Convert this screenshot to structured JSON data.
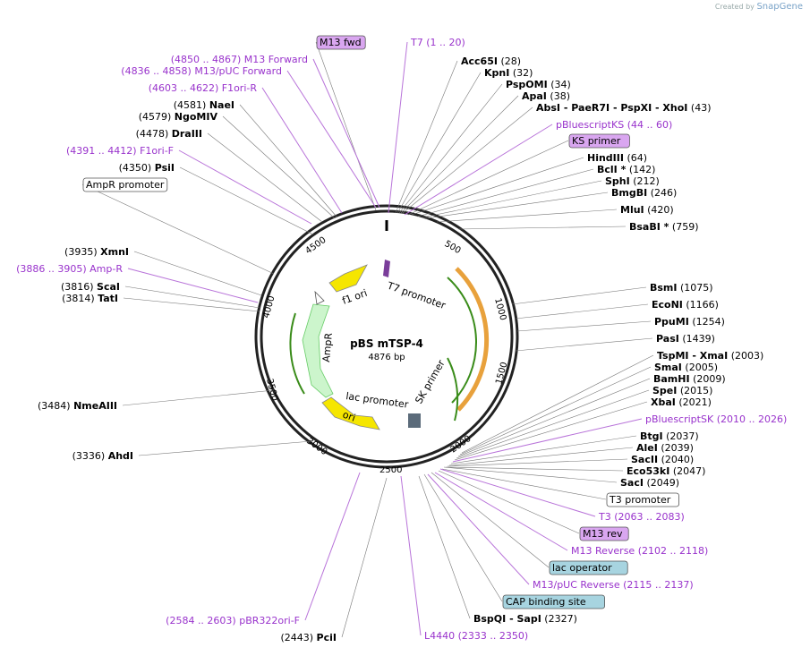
{
  "credit": {
    "prefix": "Created by",
    "brand": "SnapGene"
  },
  "plasmid": {
    "name": "pBS mTSP-4",
    "length": "4876 bp"
  },
  "ticks": [
    "500",
    "1000",
    "1500",
    "2000",
    "2500",
    "3000",
    "3500",
    "4000",
    "4500"
  ],
  "inner_labels": [
    "T7 promoter",
    "f1 ori",
    "AmpR",
    "ori",
    "lac promoter",
    "SK primer"
  ],
  "labels": [
    {
      "name": "M13 fwd",
      "range": "",
      "kind": "boxed-purple"
    },
    {
      "name": "T7",
      "range": "(1 .. 20)",
      "kind": "primer"
    },
    {
      "name": "Acc65I",
      "range": "(28)",
      "kind": "enzyme"
    },
    {
      "name": "KpnI",
      "range": "(32)",
      "kind": "enzyme"
    },
    {
      "name": "PspOMI",
      "range": "(34)",
      "kind": "enzyme"
    },
    {
      "name": "ApaI",
      "range": "(38)",
      "kind": "enzyme"
    },
    {
      "name": "AbsI - PaeR7I - PspXI - XhoI",
      "range": "(43)",
      "kind": "enzyme"
    },
    {
      "name": "pBluescriptKS",
      "range": "(44 .. 60)",
      "kind": "primer"
    },
    {
      "name": "KS primer",
      "range": "",
      "kind": "boxed-purple"
    },
    {
      "name": "HindIII",
      "range": "(64)",
      "kind": "enzyme"
    },
    {
      "name": "BclI *",
      "range": "(142)",
      "kind": "enzyme"
    },
    {
      "name": "SphI",
      "range": "(212)",
      "kind": "enzyme"
    },
    {
      "name": "BmgBI",
      "range": "(246)",
      "kind": "enzyme"
    },
    {
      "name": "MluI",
      "range": "(420)",
      "kind": "enzyme"
    },
    {
      "name": "BsaBI *",
      "range": "(759)",
      "kind": "enzyme"
    },
    {
      "name": "BsmI",
      "range": "(1075)",
      "kind": "enzyme"
    },
    {
      "name": "EcoNI",
      "range": "(1166)",
      "kind": "enzyme"
    },
    {
      "name": "PpuMI",
      "range": "(1254)",
      "kind": "enzyme"
    },
    {
      "name": "PasI",
      "range": "(1439)",
      "kind": "enzyme"
    },
    {
      "name": "TspMI - XmaI",
      "range": "(2003)",
      "kind": "enzyme"
    },
    {
      "name": "SmaI",
      "range": "(2005)",
      "kind": "enzyme"
    },
    {
      "name": "BamHI",
      "range": "(2009)",
      "kind": "enzyme"
    },
    {
      "name": "SpeI",
      "range": "(2015)",
      "kind": "enzyme"
    },
    {
      "name": "XbaI",
      "range": "(2021)",
      "kind": "enzyme"
    },
    {
      "name": "pBluescriptSK",
      "range": "(2010 .. 2026)",
      "kind": "primer"
    },
    {
      "name": "BtgI",
      "range": "(2037)",
      "kind": "enzyme"
    },
    {
      "name": "AleI",
      "range": "(2039)",
      "kind": "enzyme"
    },
    {
      "name": "SacII",
      "range": "(2040)",
      "kind": "enzyme"
    },
    {
      "name": "Eco53kI",
      "range": "(2047)",
      "kind": "enzyme"
    },
    {
      "name": "SacI",
      "range": "(2049)",
      "kind": "enzyme"
    },
    {
      "name": "T3 promoter",
      "range": "",
      "kind": "boxed-white"
    },
    {
      "name": "T3",
      "range": "(2063 .. 2083)",
      "kind": "primer"
    },
    {
      "name": "M13 rev",
      "range": "",
      "kind": "boxed-purple"
    },
    {
      "name": "M13 Reverse",
      "range": "(2102 .. 2118)",
      "kind": "primer"
    },
    {
      "name": "lac operator",
      "range": "",
      "kind": "boxed-teal"
    },
    {
      "name": "M13/pUC Reverse",
      "range": "(2115 .. 2137)",
      "kind": "primer"
    },
    {
      "name": "CAP binding site",
      "range": "",
      "kind": "boxed-teal"
    },
    {
      "name": "BspQI - SapI",
      "range": "(2327)",
      "kind": "enzyme"
    },
    {
      "name": "L4440",
      "range": "(2333 .. 2350)",
      "kind": "primer"
    },
    {
      "name": "PciI",
      "range": "(2443)",
      "kind": "enzyme"
    },
    {
      "name": "pBR322ori-F",
      "range": "(2584 .. 2603)",
      "kind": "primer"
    },
    {
      "name": "AhdI",
      "range": "(3336)",
      "kind": "enzyme"
    },
    {
      "name": "NmeAIII",
      "range": "(3484)",
      "kind": "enzyme"
    },
    {
      "name": "TatI",
      "range": "(3814)",
      "kind": "enzyme"
    },
    {
      "name": "ScaI",
      "range": "(3816)",
      "kind": "enzyme"
    },
    {
      "name": "Amp-R",
      "range": "(3886 .. 3905)",
      "kind": "primer"
    },
    {
      "name": "XmnI",
      "range": "(3935)",
      "kind": "enzyme"
    },
    {
      "name": "AmpR promoter",
      "range": "",
      "kind": "boxed-white"
    },
    {
      "name": "PsiI",
      "range": "(4350)",
      "kind": "enzyme"
    },
    {
      "name": "F1ori-F",
      "range": "(4391 .. 4412)",
      "kind": "primer"
    },
    {
      "name": "DraIII",
      "range": "(4478)",
      "kind": "enzyme"
    },
    {
      "name": "NgoMIV",
      "range": "(4579)",
      "kind": "enzyme"
    },
    {
      "name": "NaeI",
      "range": "(4581)",
      "kind": "enzyme"
    },
    {
      "name": "F1ori-R",
      "range": "(4603 .. 4622)",
      "kind": "primer"
    },
    {
      "name": "M13/pUC Forward",
      "range": "(4836 .. 4858)",
      "kind": "primer"
    },
    {
      "name": "M13 Forward",
      "range": "(4850 .. 4867)",
      "kind": "primer"
    }
  ],
  "colors": {
    "primer": "#9933cc",
    "enzyme": "#000000",
    "box_purple": "#d9a6f0",
    "box_teal": "#a7d4e0",
    "ring": "#222222",
    "ampr": "#ccf5cc",
    "ori_f1": "#f5e600",
    "green_orf": "#3a8c1a",
    "orange_orf": "#e8a13c"
  }
}
